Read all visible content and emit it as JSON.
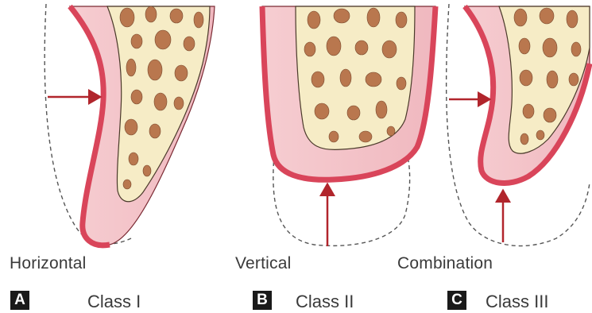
{
  "panels": [
    {
      "letter": "A",
      "defect_type": "Horizontal",
      "class_label": "Class I"
    },
    {
      "letter": "B",
      "defect_type": "Vertical",
      "class_label": "Class II"
    },
    {
      "letter": "C",
      "defect_type": "Combination",
      "class_label": "Class III"
    }
  ],
  "colors": {
    "gingiva": "#f3c3c8",
    "gingiva_edge": "#d9455a",
    "bone": "#f6ecc6",
    "trabecula": "#b9774e",
    "arrow": "#b1252c",
    "dashed_outline": "#555555"
  }
}
